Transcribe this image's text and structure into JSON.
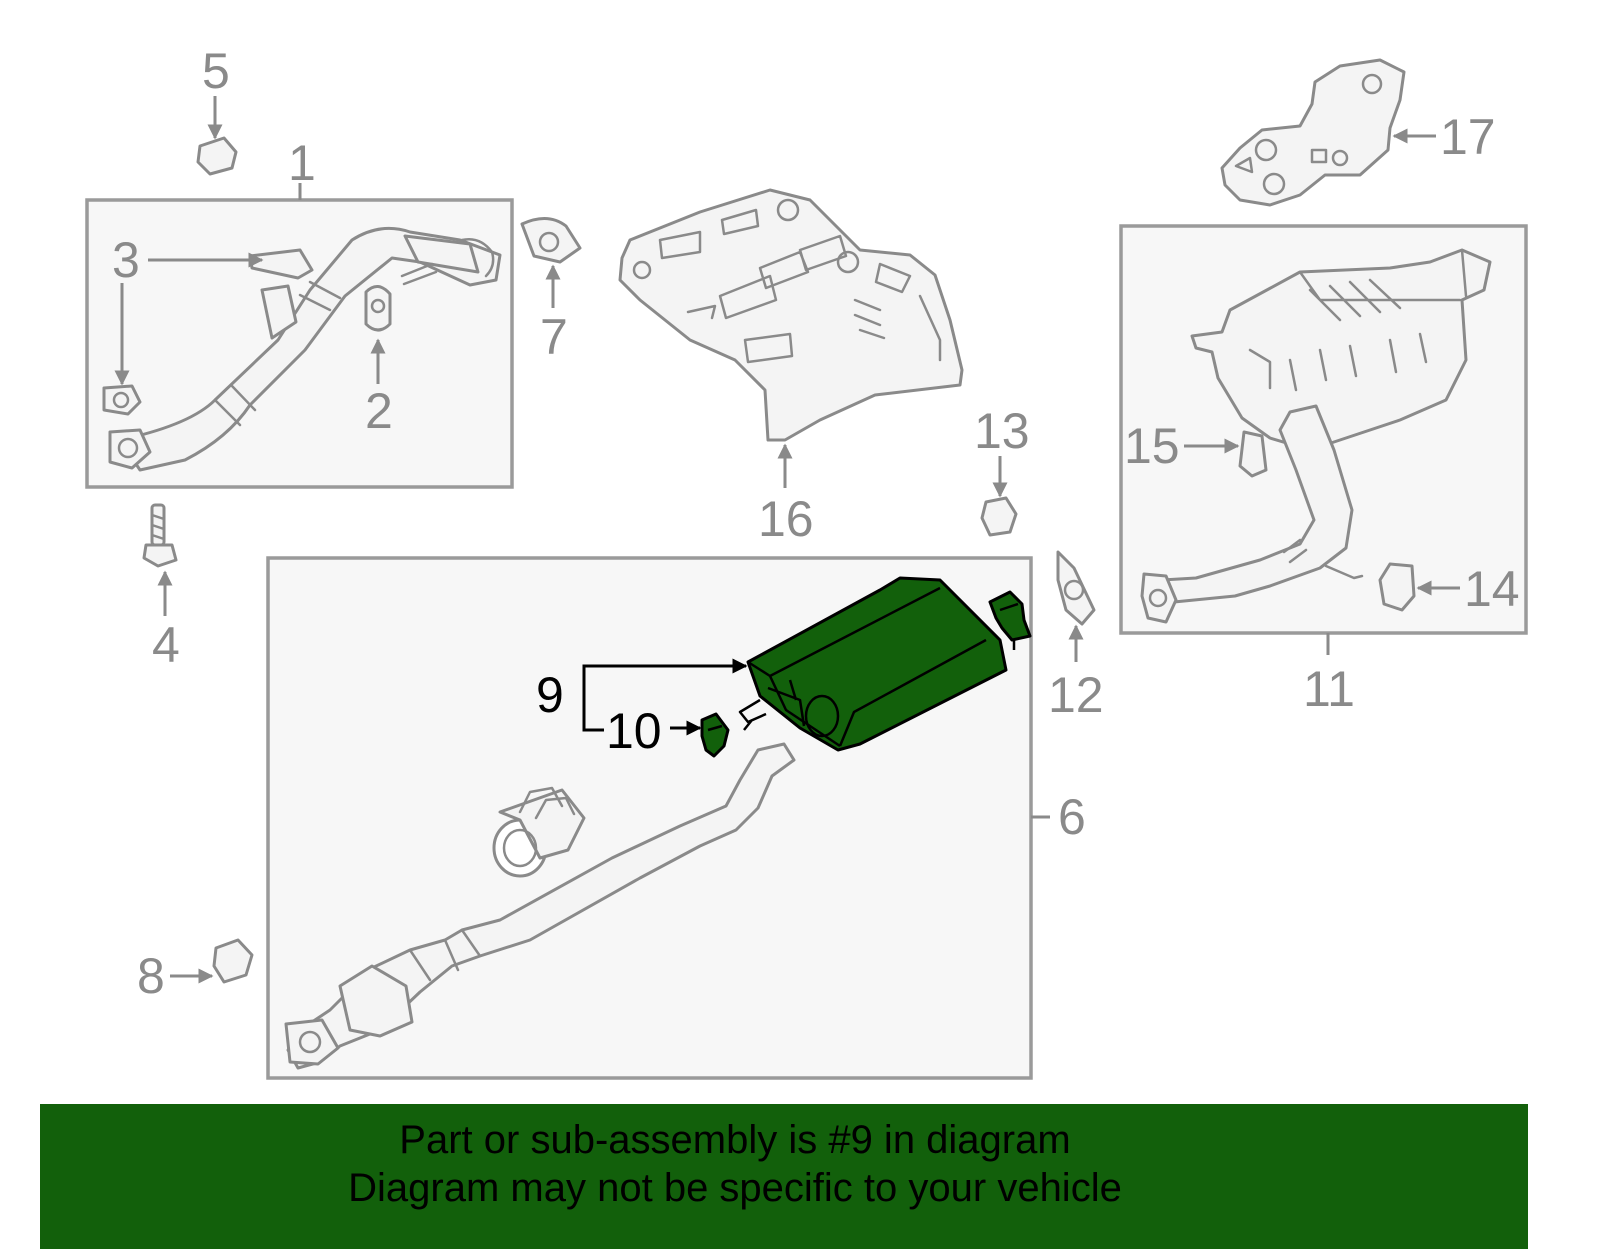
{
  "callouts": {
    "c1": "1",
    "c2": "2",
    "c3": "3",
    "c4": "4",
    "c5": "5",
    "c6": "6",
    "c7": "7",
    "c8": "8",
    "c9": "9",
    "c10": "10",
    "c11": "11",
    "c12": "12",
    "c13": "13",
    "c14": "14",
    "c15": "15",
    "c16": "16",
    "c17": "17"
  },
  "highlight": {
    "part_number": "9",
    "color": "#12600b"
  },
  "banner": {
    "line1": "Part or sub-assembly is #9 in diagram",
    "line2": "Diagram may not be specific to your vehicle",
    "background": "#12600b"
  }
}
